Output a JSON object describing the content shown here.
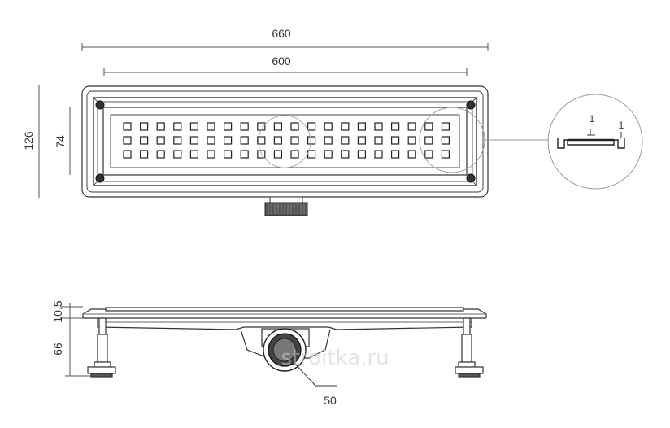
{
  "top_view": {
    "overall_width_label": "660",
    "grate_width_label": "600",
    "overall_height_label": "126",
    "grate_height_label": "74",
    "grate_holes": {
      "rows": 3,
      "columns": 20
    }
  },
  "detail_view": {
    "thickness_label": "1",
    "gap_label": "1"
  },
  "side_view": {
    "top_height_label": "10,5",
    "leg_height_label": "66",
    "outlet_diameter_label": "50"
  },
  "watermark": "stroitka.ru",
  "colors": {
    "line": "#333333",
    "dim_line": "#555555",
    "leader": "#999999",
    "outlet_fill": "#555555"
  }
}
